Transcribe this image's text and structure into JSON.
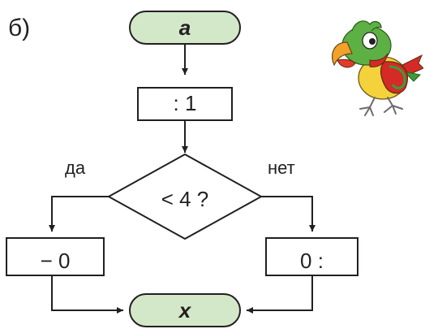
{
  "part_label": "б)",
  "flowchart": {
    "start_label": "a",
    "step1_label": ": 1",
    "condition_label": "< 4 ?",
    "yes_label": "да",
    "no_label": "нет",
    "yes_branch_label": "− 0",
    "no_branch_label": "0 :",
    "end_label": "x"
  },
  "colors": {
    "terminal_fill": "#d3e8c8",
    "stroke": "#231f20"
  },
  "illustration": "parrot-cartoon"
}
